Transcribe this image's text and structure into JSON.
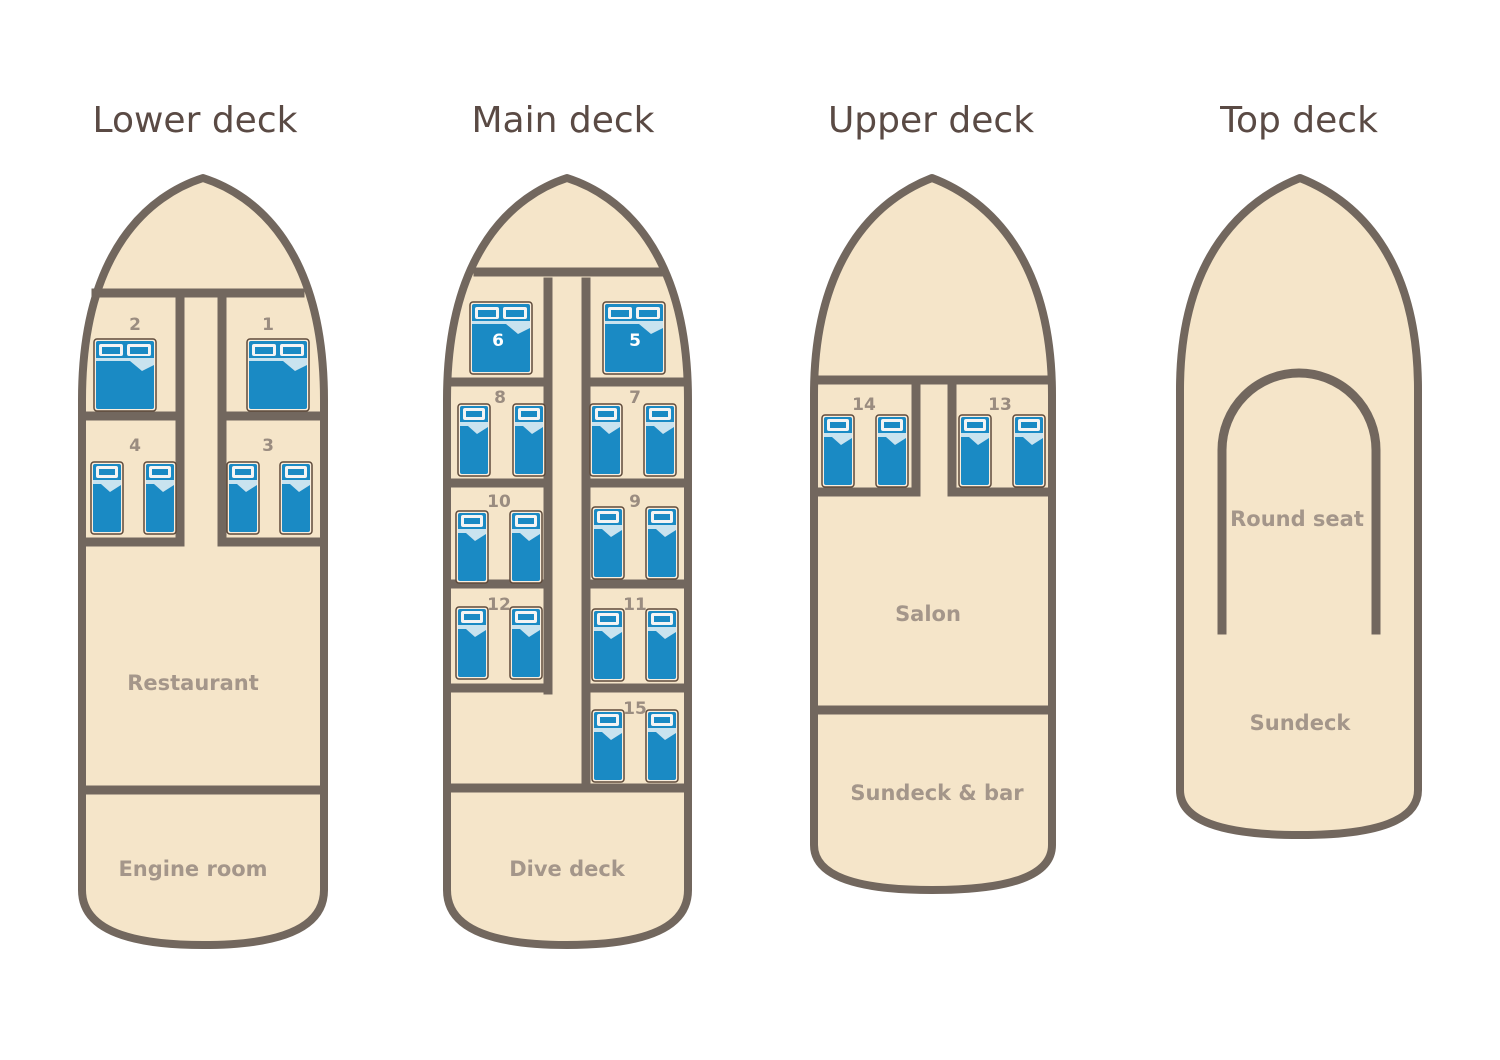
{
  "decks": [
    {
      "title": "Lower deck",
      "cabins": [
        "2",
        "1",
        "4",
        "3"
      ],
      "rooms": [
        "Restaurant",
        "Engine room"
      ]
    },
    {
      "title": "Main deck",
      "cabins": [
        "6",
        "5",
        "8",
        "7",
        "10",
        "9",
        "12",
        "11",
        "15"
      ],
      "rooms": [
        "Dive deck"
      ]
    },
    {
      "title": "Upper deck",
      "cabins": [
        "14",
        "13"
      ],
      "rooms": [
        "Salon",
        "Sundeck & bar"
      ]
    },
    {
      "title": "Top deck",
      "cabins": [],
      "rooms": [
        "Round seat",
        "Sundeck"
      ]
    }
  ],
  "colors": {
    "hull_fill": "#f5e5c9",
    "wall": "#72675e",
    "bed_blue": "#1a8ac4",
    "pillow": "#f4f4f4",
    "title_text": "#5a4a44",
    "label_text": "#a4968a"
  }
}
